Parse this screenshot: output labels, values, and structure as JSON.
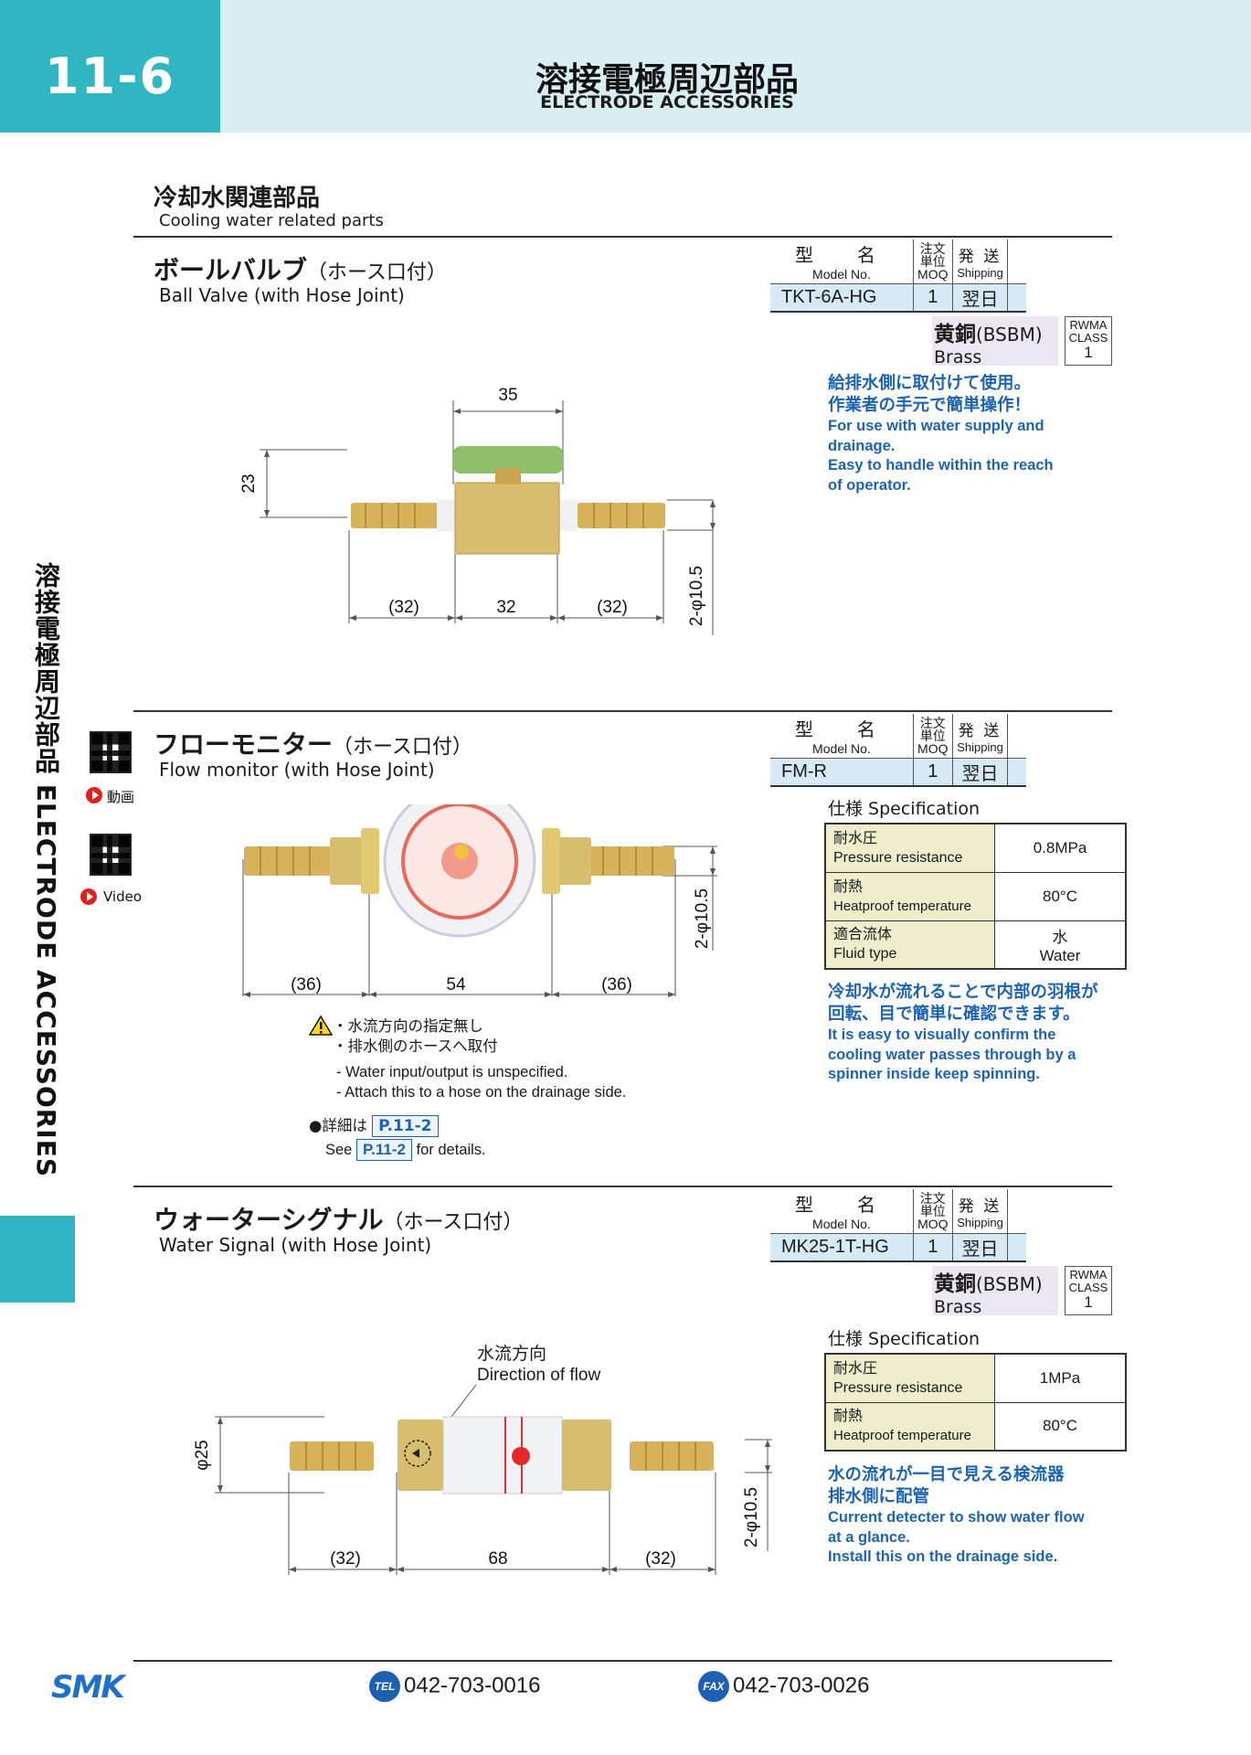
{
  "header": {
    "page_number": "11-6",
    "title_jp": "溶接電極周辺部品",
    "title_en": "ELECTRODE ACCESSORIES"
  },
  "side": {
    "vertical_label": "溶接電極周辺部品 ELECTRODE ACCESSORIES",
    "video_jp": "動画",
    "video_en": "Video"
  },
  "section": {
    "title_jp": "冷却水関連部品",
    "title_en": "Cooling water related parts"
  },
  "table_headers": {
    "model_jp": "型　名",
    "model_en": "Model No.",
    "moq_jp": "注文単位",
    "moq_en": "MOQ",
    "shipping_jp": "発 送",
    "shipping_en": "Shipping"
  },
  "products": [
    {
      "name_jp": "ボールバルブ",
      "name_suffix_jp": "（ホース口付）",
      "name_en": "Ball Valve (with Hose Joint)",
      "model": "TKT-6A-HG",
      "moq": "1",
      "shipping": "翌日",
      "material_jp": "黄銅",
      "material_code": "(BSBM)",
      "material_en": "Brass",
      "rwma_label": "RWMA CLASS",
      "rwma_value": "1",
      "desc_jp": [
        "給排水側に取付けて使用。",
        "作業者の手元で簡単操作！"
      ],
      "desc_en": [
        "For use with water supply and",
        "drainage.",
        "Easy to handle within the reach",
        "of operator."
      ],
      "dims": {
        "top": "35",
        "height": "23",
        "left": "(32)",
        "mid": "32",
        "right": "(32)",
        "hose": "2-φ10.5"
      }
    },
    {
      "name_jp": "フローモニター",
      "name_suffix_jp": "（ホース口付）",
      "name_en": "Flow monitor (with Hose Joint)",
      "model": "FM-R",
      "moq": "1",
      "shipping": "翌日",
      "spec_title": "仕様 Specification",
      "spec": [
        {
          "key_jp": "耐水圧",
          "key_en": "Pressure resistance",
          "val_jp": "0.8MPa",
          "val_en": ""
        },
        {
          "key_jp": "耐熱",
          "key_en": "Heatproof temperature",
          "val_jp": "80°C",
          "val_en": ""
        },
        {
          "key_jp": "適合流体",
          "key_en": "Fluid type",
          "val_jp": "水",
          "val_en": "Water"
        }
      ],
      "desc_jp": [
        "冷却水が流れることで内部の羽根が",
        "回転、目で簡単に確認できます。"
      ],
      "desc_en": [
        "It is easy to visually confirm the",
        "cooling water passes through by a",
        "spinner inside keep spinning."
      ],
      "dims": {
        "left": "(36)",
        "mid": "54",
        "right": "(36)",
        "hose": "2-φ10.5"
      },
      "notes_jp": [
        "・水流方向の指定無し",
        "・排水側のホースへ取付"
      ],
      "notes_en": [
        "- Water input/output is unspecified.",
        "- Attach this to a hose on the drainage side."
      ],
      "ref_jp": "●詳細は",
      "ref_page": "P.11-2",
      "ref_en_pre": "See",
      "ref_en_post": "for details."
    },
    {
      "name_jp": "ウォーターシグナル",
      "name_suffix_jp": "（ホース口付）",
      "name_en": "Water Signal (with Hose Joint)",
      "model": "MK25-1T-HG",
      "moq": "1",
      "shipping": "翌日",
      "material_jp": "黄銅",
      "material_code": "(BSBM)",
      "material_en": "Brass",
      "rwma_label": "RWMA CLASS",
      "rwma_value": "1",
      "spec_title": "仕様 Specification",
      "spec": [
        {
          "key_jp": "耐水圧",
          "key_en": "Pressure resistance",
          "val_jp": "1MPa"
        },
        {
          "key_jp": "耐熱",
          "key_en": "Heatproof temperature",
          "val_jp": "80°C"
        }
      ],
      "desc_jp": [
        "水の流れが一目で見える検流器",
        "排水側に配管"
      ],
      "desc_en": [
        "Current detecter to show water flow",
        "at a glance.",
        "Install this on the drainage side."
      ],
      "flow_label_jp": "水流方向",
      "flow_label_en": "Direction of flow",
      "dims": {
        "height": "φ25",
        "left": "(32)",
        "mid": "68",
        "right": "(32)",
        "hose": "2-φ10.5"
      }
    }
  ],
  "footer": {
    "logo": "SMK",
    "tel_badge": "TEL",
    "tel": "042-703-0016",
    "fax_badge": "FAX",
    "fax": "042-703-0026"
  },
  "colors": {
    "accent": "#2fb6c2",
    "header_bg": "#d8eef2",
    "blue_text": "#1d63b3",
    "spec_key_bg": "#eeedcc",
    "table_value_bg": "#d6eaf6",
    "material_bg": "#ece6f2"
  }
}
